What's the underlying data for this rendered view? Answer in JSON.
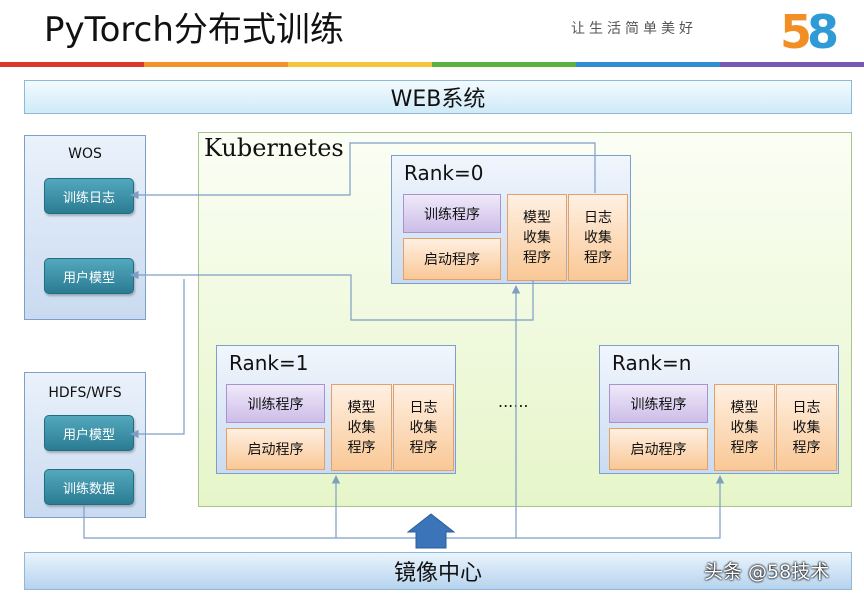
{
  "header": {
    "title": "PyTorch分布式训练",
    "slogan": "让生活简单美好",
    "logo_text": "58",
    "stripe_colors": [
      "#d9372c",
      "#f0932a",
      "#f5c63b",
      "#5cb23f",
      "#2f8fd2",
      "#7a56b4"
    ]
  },
  "web_bar": {
    "label": "WEB系统"
  },
  "mirror_bar": {
    "label": "镜像中心"
  },
  "wos": {
    "title": "WOS",
    "items": [
      {
        "label": "训练日志"
      },
      {
        "label": "用户模型"
      }
    ]
  },
  "hdfs": {
    "title": "HDFS/WFS",
    "items": [
      {
        "label": "用户模型"
      },
      {
        "label": "训练数据"
      }
    ]
  },
  "kubernetes": {
    "label": "Kubernetes",
    "ellipsis": "......",
    "ranks": [
      {
        "title": "Rank=0",
        "train": "训练程序",
        "start": "启动程序",
        "model": "模型\n收集\n程序",
        "log": "日志\n收集\n程序"
      },
      {
        "title": "Rank=1",
        "train": "训练程序",
        "start": "启动程序",
        "model": "模型\n收集\n程序",
        "log": "日志\n收集\n程序"
      },
      {
        "title": "Rank=n",
        "train": "训练程序",
        "start": "启动程序",
        "model": "模型\n收集\n程序",
        "log": "日志\n收集\n程序"
      }
    ]
  },
  "watermark": "头条 @58技术",
  "colors": {
    "connector": "#7e9ec3",
    "arrow_fill": "#3b74b9",
    "logo_5": "#f18f25",
    "logo_8": "#2e9bd6"
  }
}
